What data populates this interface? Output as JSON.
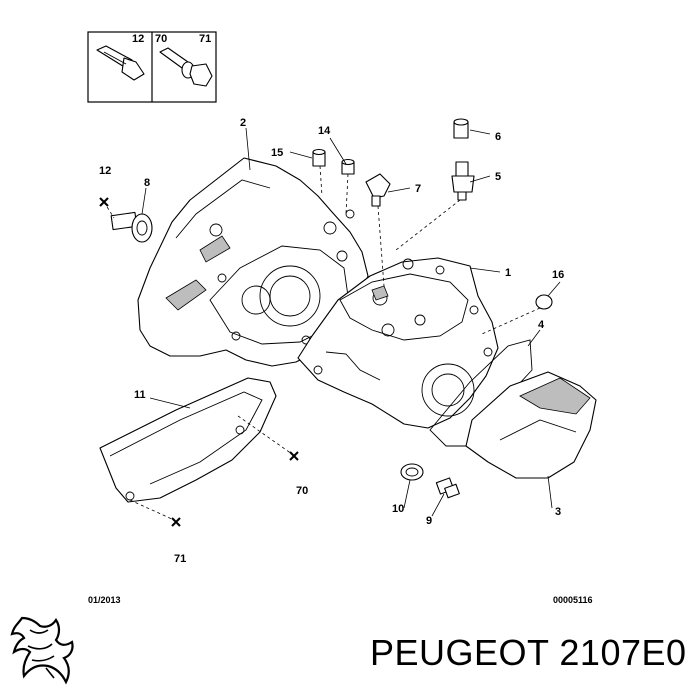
{
  "legend_box": {
    "labels": [
      "12",
      "70",
      "71"
    ]
  },
  "callouts": [
    "1",
    "2",
    "3",
    "4",
    "5",
    "6",
    "7",
    "8",
    "9",
    "10",
    "11",
    "12",
    "14",
    "15",
    "16",
    "70",
    "71"
  ],
  "date_code": "01/2013",
  "ref_code": "00005116",
  "brand": {
    "name": "PEUGEOT",
    "part_number": "2107E0"
  }
}
